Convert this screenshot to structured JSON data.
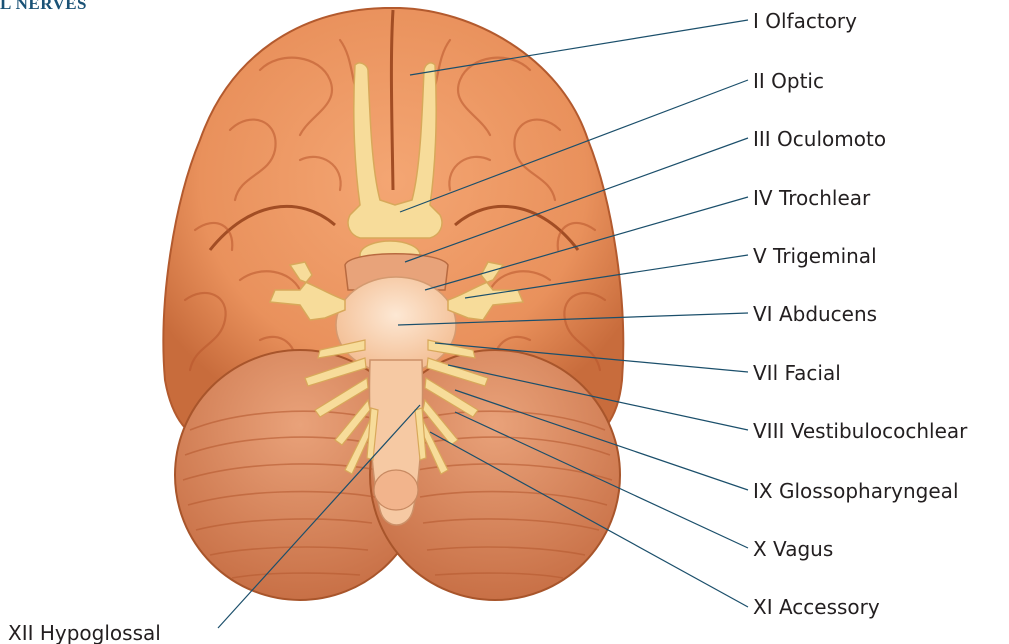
{
  "title": "L NERVES",
  "colors": {
    "brain": "#e9915c",
    "brain_dark": "#c4683a",
    "nerve": "#f7dc9a",
    "leader": "#1b4f6b",
    "title": "#1a5276"
  },
  "labels": [
    "I Olfactory",
    "II Optic",
    "III Oculomoto",
    "IV Trochlear",
    "V Trigeminal",
    "VI Abducens",
    "VIl Facial",
    "VIII Vestibulocochlear",
    "IX Glossopharyngeal",
    "X Vagus",
    "XI Accessory",
    "XII Hypoglossal"
  ]
}
